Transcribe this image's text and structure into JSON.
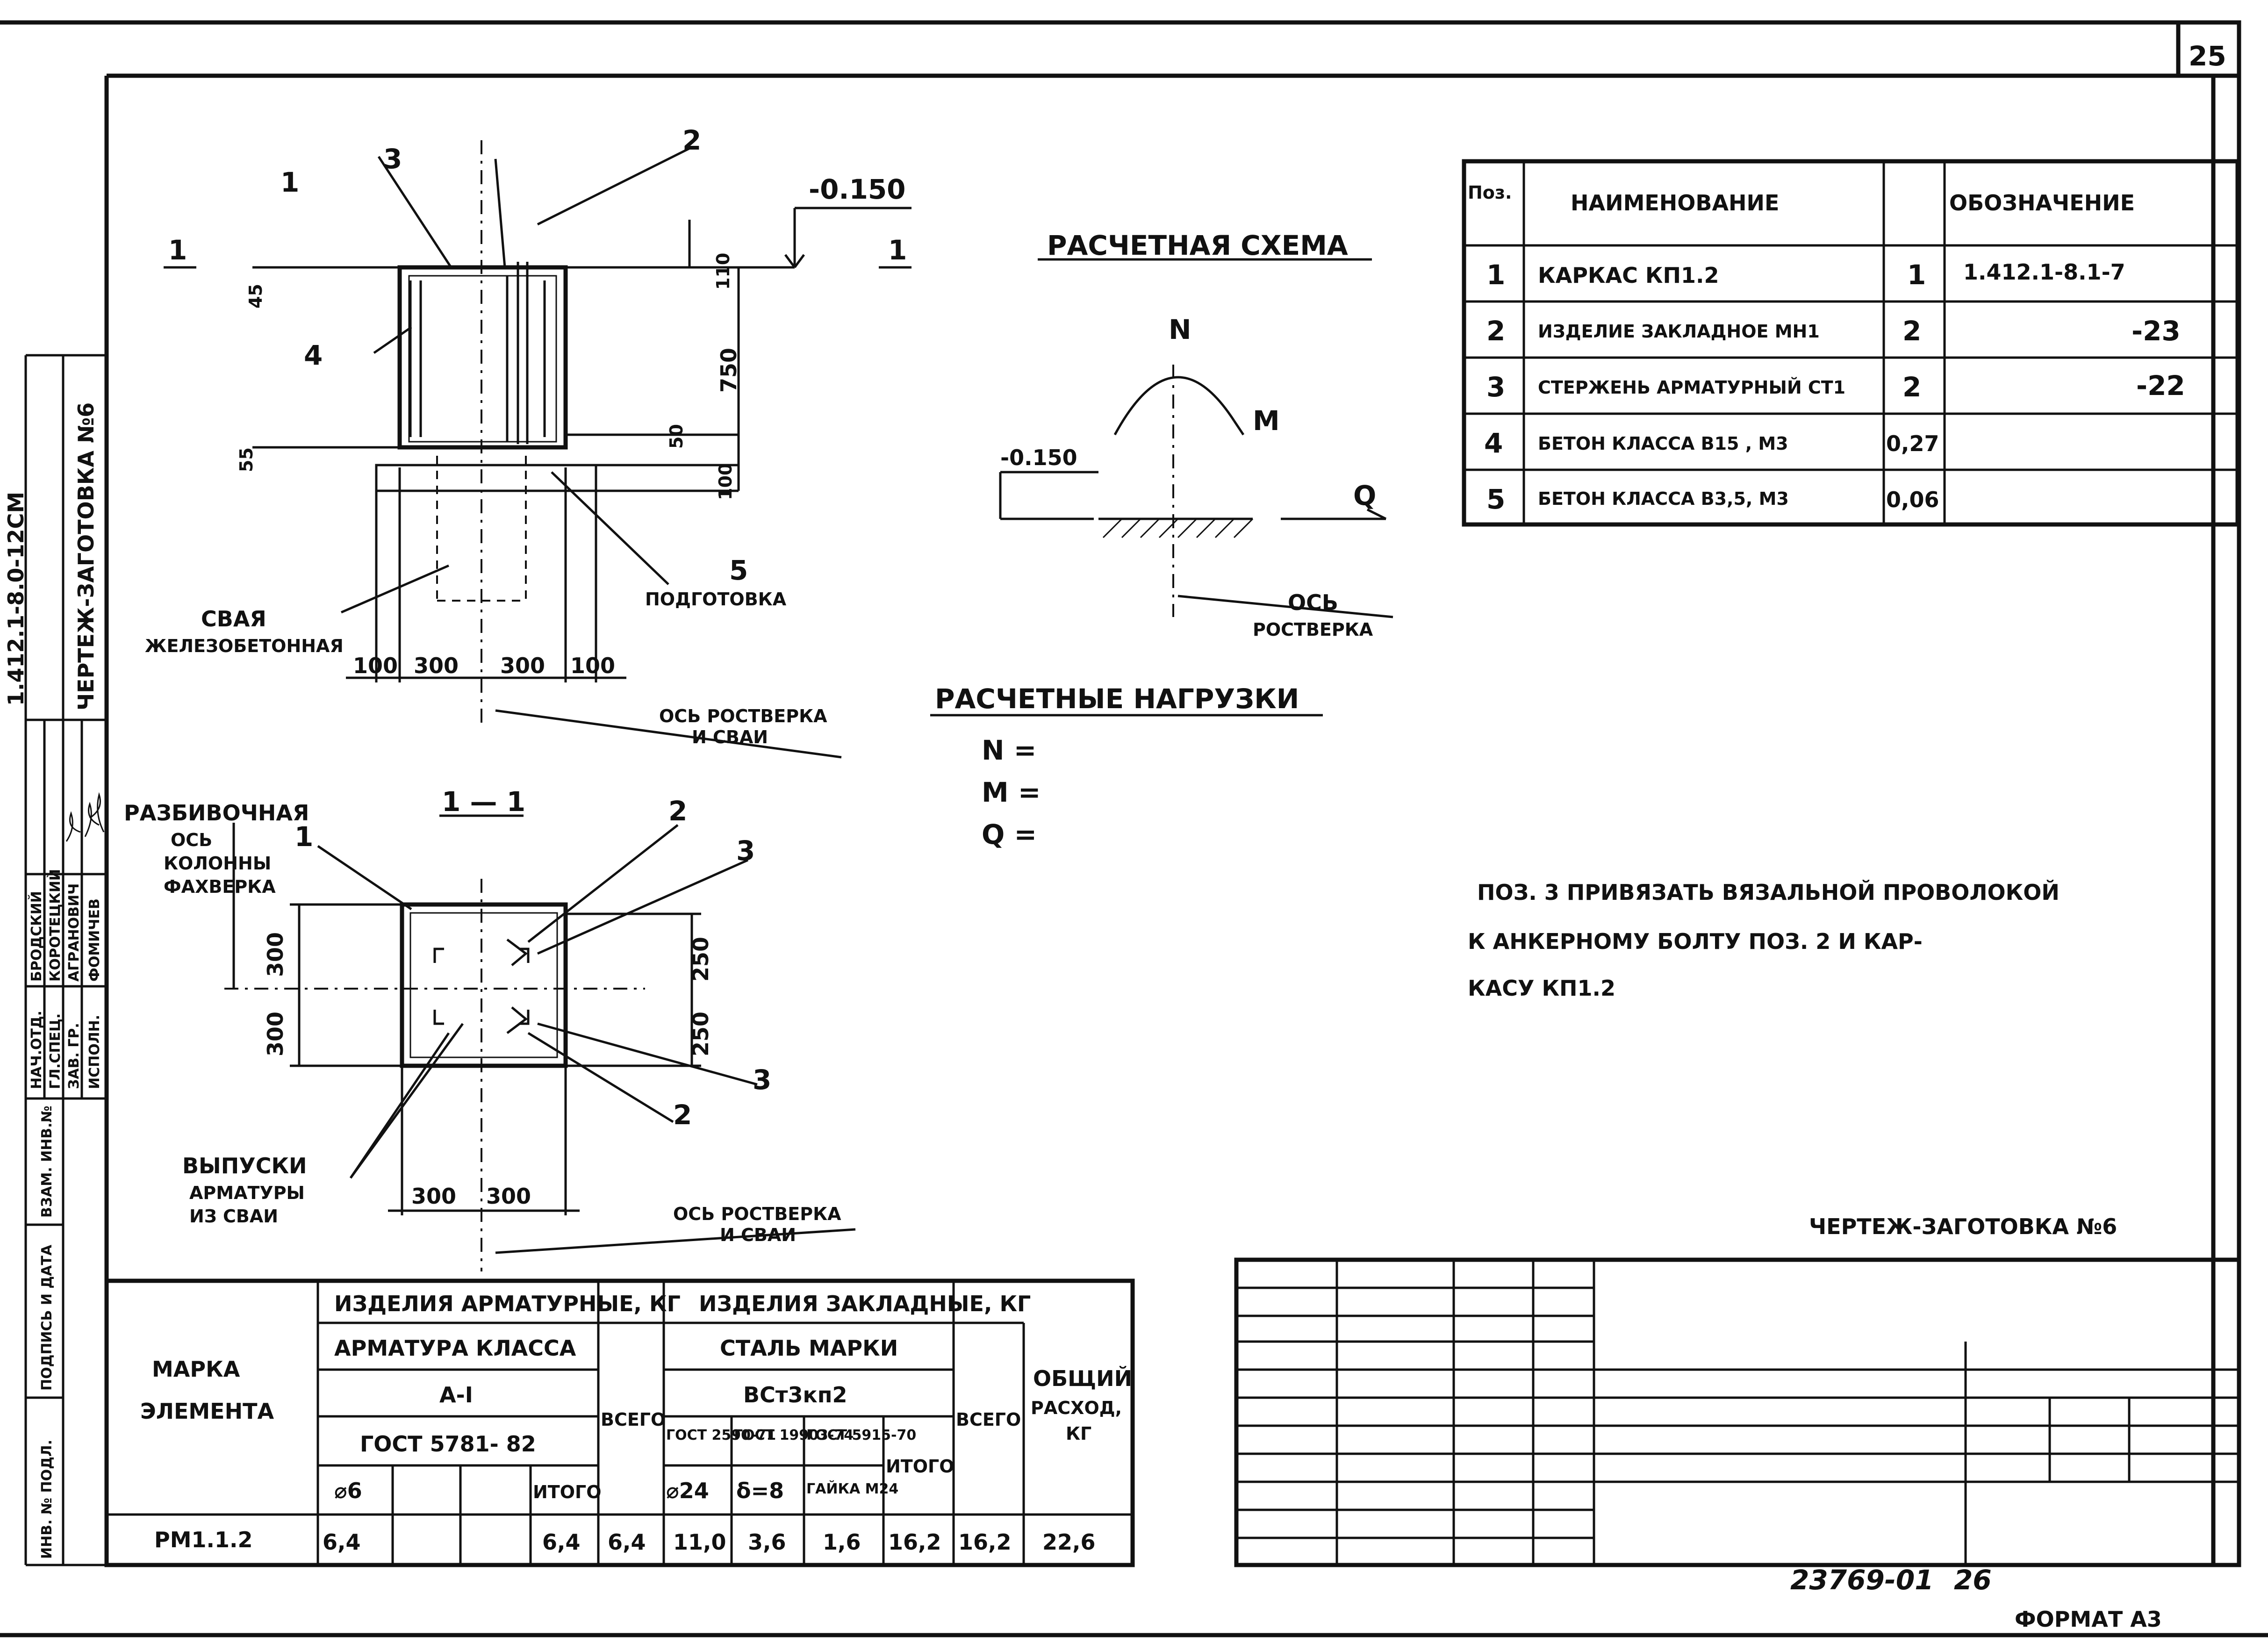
{
  "sheet": {
    "page_number": "25",
    "footer_number": "23769-01",
    "footer_page": "26",
    "format": "ФОРМАТ А3",
    "drawing_title": "ЧЕРТЕЖ-ЗАГОТОВКА №6"
  },
  "side_stamp": {
    "code": "1.412.1-8.0-12СМ",
    "title": "ЧЕРТЕЖ-ЗАГОТОВКА №6",
    "roles": [
      "НАЧ.ОТД.",
      "ГЛ.СПЕЦ.",
      "ЗАВ. ГР.",
      "ИСПОЛН."
    ],
    "names": [
      "БРОДСКИЙ",
      "КОРОТЕЦКИЙ",
      "АГРАНОВИЧ",
      "ФОМИЧЕВ"
    ],
    "left_labels": [
      "ИНВ. № ПОДЛ.",
      "ПОДПИСЬ И ДАТА",
      "ВЗАМ. ИНВ.№"
    ]
  },
  "elevation": {
    "callouts": [
      "1",
      "2",
      "3",
      "4",
      "5"
    ],
    "level": "-0.150",
    "section_mark": "1",
    "dims_vertical": [
      "45",
      "110",
      "750",
      "55",
      "50",
      "100"
    ],
    "dims_bottom": [
      "100",
      "300",
      "300",
      "100"
    ],
    "pile_label": "СВАЯ",
    "pile_label2": "ЖЕЛЕЗОБЕТОННАЯ",
    "prep_label": "ПОДГОТОВКА",
    "axis_label": "ОСЬ РОСТВЕРКА",
    "axis_label2": "И СВАИ"
  },
  "section": {
    "title": "1 — 1",
    "callouts": [
      "1",
      "2",
      "3",
      "3",
      "2"
    ],
    "layout_axis": "РАЗБИВОЧНАЯ",
    "layout_axis2": "ОСЬ",
    "layout_axis3": "КОЛОННЫ",
    "layout_axis4": "ФАХВЕРКА",
    "dims_left": [
      "300",
      "300"
    ],
    "dims_right": [
      "250",
      "250"
    ],
    "dims_bottom": [
      "300",
      "300"
    ],
    "outlets": "ВЫПУСКИ",
    "outlets2": "АРМАТУРЫ",
    "outlets3": "ИЗ СВАИ",
    "axis_label": "ОСЬ РОСТВЕРКА",
    "axis_label2": "И СВАИ"
  },
  "scheme": {
    "title": "РАСЧЕТНАЯ СХЕМА",
    "n": "N",
    "m": "M",
    "q": "Q",
    "level": "-0.150",
    "axis": "ОСЬ",
    "axis2": "РОСТВЕРКА",
    "loads_title": "РАСЧЕТНЫЕ НАГРУЗКИ",
    "loads": [
      "N =",
      "M =",
      "Q ="
    ]
  },
  "spec": {
    "headers": [
      "Поз.",
      "НАИМЕНОВАНИЕ",
      "",
      "ОБОЗНАЧЕНИЕ"
    ],
    "rows": [
      [
        "1",
        "КАРКАС КП1.2",
        "1",
        "1.412.1-8.1-7"
      ],
      [
        "2",
        "ИЗДЕЛИЕ ЗАКЛАДНОЕ МН1",
        "2",
        "-23"
      ],
      [
        "3",
        "СТЕРЖЕНЬ АРМАТУРНЫЙ СТ1",
        "2",
        "-22"
      ],
      [
        "4",
        "БЕТОН КЛАССА В15 , М3",
        "0,27",
        ""
      ],
      [
        "5",
        "БЕТОН КЛАССА В3,5, М3",
        "0,06",
        ""
      ]
    ]
  },
  "note": {
    "line1": "ПОЗ. 3 ПРИВЯЗАТЬ ВЯЗАЛЬНОЙ ПРОВОЛОКОЙ",
    "line2": "К АНКЕРНОМУ БОЛТУ ПОЗ. 2 И КАР-",
    "line3": "КАСУ КП1.2"
  },
  "materials": {
    "mark_header": "МАРКА",
    "mark_header2": "ЭЛЕМЕНТА",
    "rebar_group": "ИЗДЕЛИЯ АРМАТУРНЫЕ, КГ",
    "rebar_class": "АРМАТУРА КЛАССА",
    "rebar_class_val": "А-I",
    "rebar_gost": "ГОСТ 5781- 82",
    "rebar_dia": "⌀6",
    "rebar_itogo": "ИТОГО",
    "rebar_vsego": "ВСЕГО",
    "embed_group": "ИЗДЕЛИЯ ЗАКЛАДНЫЕ, КГ",
    "steel_grade": "СТАЛЬ МАРКИ",
    "steel_grade_val": "ВСт3кп2",
    "gosts": [
      "ГОСТ 2590-71",
      "ГОСТ 19903-74",
      "ГОСТ 5915-70"
    ],
    "embed_cols": [
      "⌀24",
      "δ=8",
      "ГАЙКА М24"
    ],
    "embed_itogo": "ИТОГО",
    "embed_vsego": "ВСЕГО",
    "total_header": "ОБЩИЙ",
    "total_header2": "РАСХОД,",
    "total_header3": "КГ",
    "row": {
      "mark": "РМ1.1.2",
      "d6": "6,4",
      "r_itogo": "6,4",
      "r_vsego": "6,4",
      "d24": "11,0",
      "d8": "3,6",
      "nut": "1,6",
      "e_itogo": "16,2",
      "e_vsego": "16,2",
      "total": "22,6"
    }
  }
}
